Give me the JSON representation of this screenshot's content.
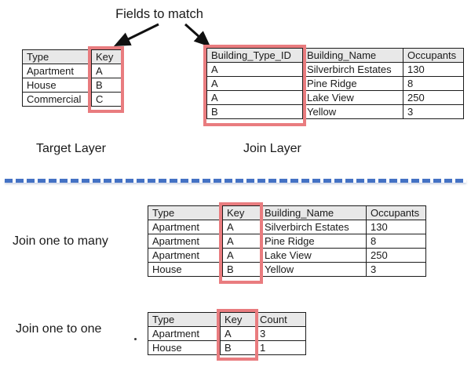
{
  "annotation": {
    "fields_to_match": "Fields to match"
  },
  "labels": {
    "target_layer": "Target Layer",
    "join_layer": "Join Layer",
    "join_one_to_many": "Join one to many",
    "join_one_to_one": "Join one to one"
  },
  "colors": {
    "highlight_red": "#e97c7f",
    "header_gray": "#e8e8e8",
    "divider_blue": "#4472c4",
    "table_border": "#1c1c1c",
    "arrow_black": "#111111"
  },
  "tables": {
    "target": {
      "headers": [
        "Type",
        "Key"
      ],
      "rows": [
        [
          "Apartment",
          "A"
        ],
        [
          "House",
          "B"
        ],
        [
          "Commercial",
          "C"
        ]
      ],
      "highlighted_column": "Key"
    },
    "join": {
      "headers": [
        "Building_Type_ID",
        "Building_Name",
        "Occupants"
      ],
      "rows": [
        [
          "A",
          "Silverbirch Estates",
          "130"
        ],
        [
          "A",
          "Pine Ridge",
          "8"
        ],
        [
          "A",
          "Lake View",
          "250"
        ],
        [
          "B",
          "Yellow",
          "3"
        ]
      ],
      "highlighted_column": "Building_Type_ID"
    },
    "one_to_many": {
      "headers": [
        "Type",
        "Key",
        "Building_Name",
        "Occupants"
      ],
      "rows": [
        [
          "Apartment",
          "A",
          "Silverbirch Estates",
          "130"
        ],
        [
          "Apartment",
          "A",
          "Pine Ridge",
          "8"
        ],
        [
          "Apartment",
          "A",
          "Lake View",
          "250"
        ],
        [
          "House",
          "B",
          "Yellow",
          "3"
        ]
      ],
      "highlighted_column": "Key"
    },
    "one_to_one": {
      "headers": [
        "Type",
        "Key",
        "Count"
      ],
      "rows": [
        [
          "Apartment",
          "A",
          "3"
        ],
        [
          "House",
          "B",
          "1"
        ]
      ],
      "highlighted_column": "Key"
    }
  }
}
